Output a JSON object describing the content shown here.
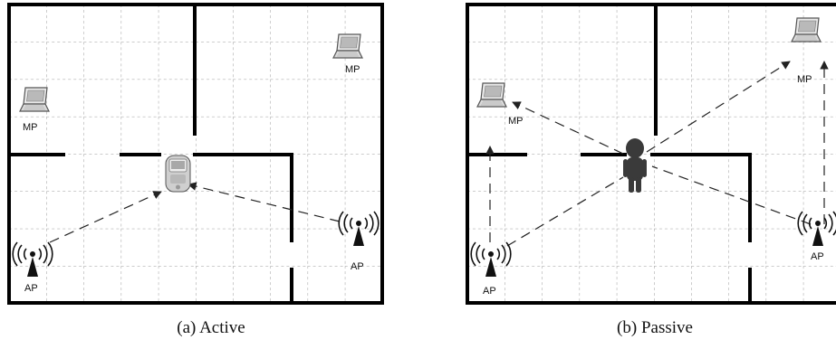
{
  "panels": [
    {
      "caption": "(a) Active",
      "labels": {
        "mp_top": "MP",
        "mp_left": "MP",
        "ap_left": "AP",
        "ap_right": "AP"
      }
    },
    {
      "caption": "(b) Passive",
      "labels": {
        "mp_top": "MP",
        "mp_left": "MP",
        "ap_left": "AP",
        "ap_right": "AP"
      }
    }
  ],
  "colors": {
    "wall": "#000000",
    "grid": "#9a9a9a",
    "signal": "#222222",
    "person": "#3a3a3a"
  },
  "icons": [
    "laptop-icon",
    "antenna-icon",
    "mobile-device-icon",
    "person-icon"
  ]
}
